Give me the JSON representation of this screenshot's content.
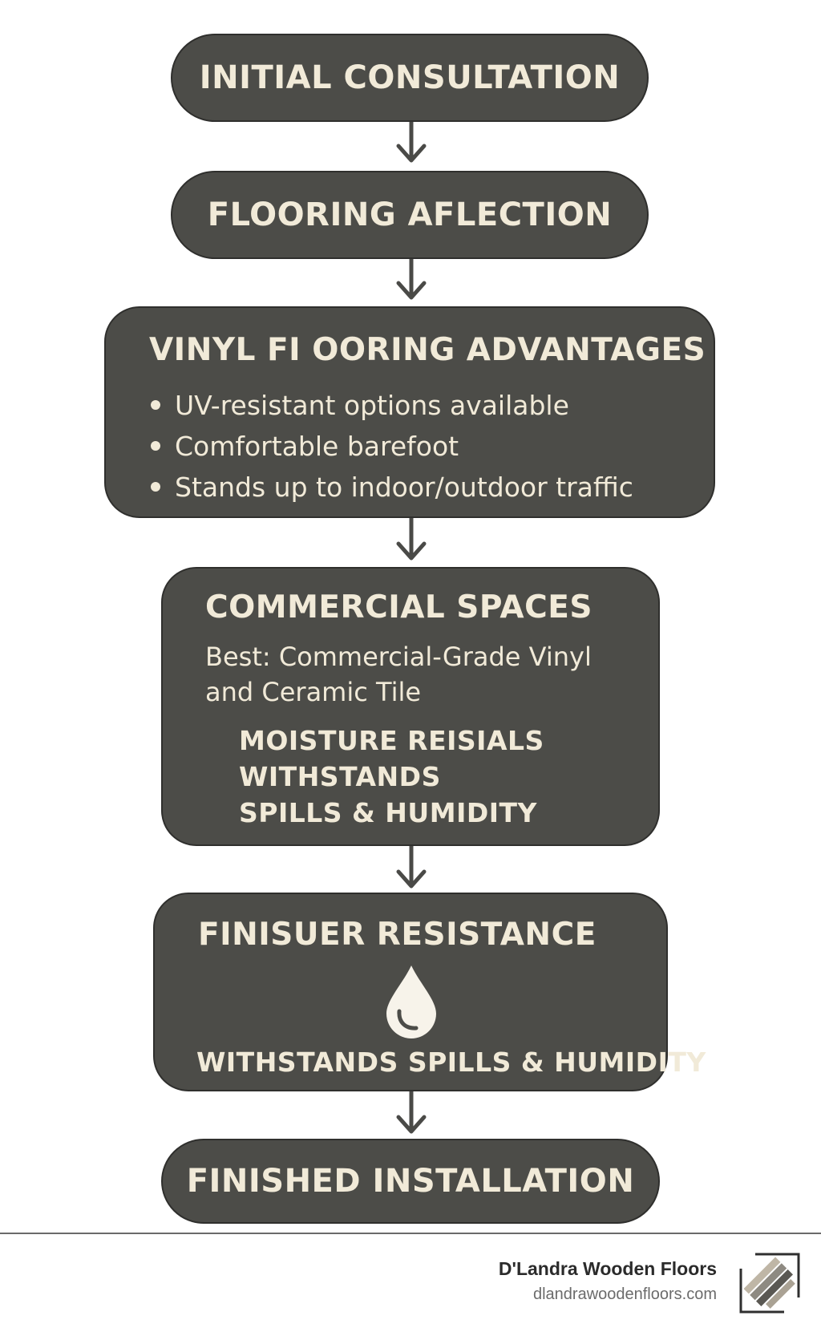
{
  "steps": {
    "initial_consultation": {
      "title": "INITIAL CONSULTATION"
    },
    "flooring_selection": {
      "title": "FLOORING AFLECTION"
    },
    "vinyl_advantages": {
      "title": "VINYL FI OORING ADVANTAGES",
      "bullets": [
        "UV-resistant options available",
        "Comfortable barefoot",
        "Stands up to indoor/outdoor traffic"
      ]
    },
    "commercial_spaces": {
      "title": "COMMERCIAL SPACES",
      "best_line_1": "Best: Commercial-Grade Vinyl",
      "best_line_2": "and Ceramic Tile",
      "features": [
        "MOISTURE REISIALS",
        "WITHSTANDS",
        "SPILLS & HUMIDITY"
      ]
    },
    "moisture_resistance": {
      "title": "FINISUER RESISTANCE",
      "icon": "water-drop-icon",
      "caption": "WITHSTANDS SPILLS & HUMIDITY"
    },
    "finished_installation": {
      "title": "FINISHED INSTALLATION"
    }
  },
  "footer": {
    "brand_name": "D'Landra Wooden Floors",
    "website": "dlandrawoodenfloors.com",
    "logo_icon": "parquet-logo-icon"
  },
  "colors": {
    "box_fill": "#4c4c48",
    "box_text": "#f1ead8",
    "arrow": "#4a4a47"
  }
}
